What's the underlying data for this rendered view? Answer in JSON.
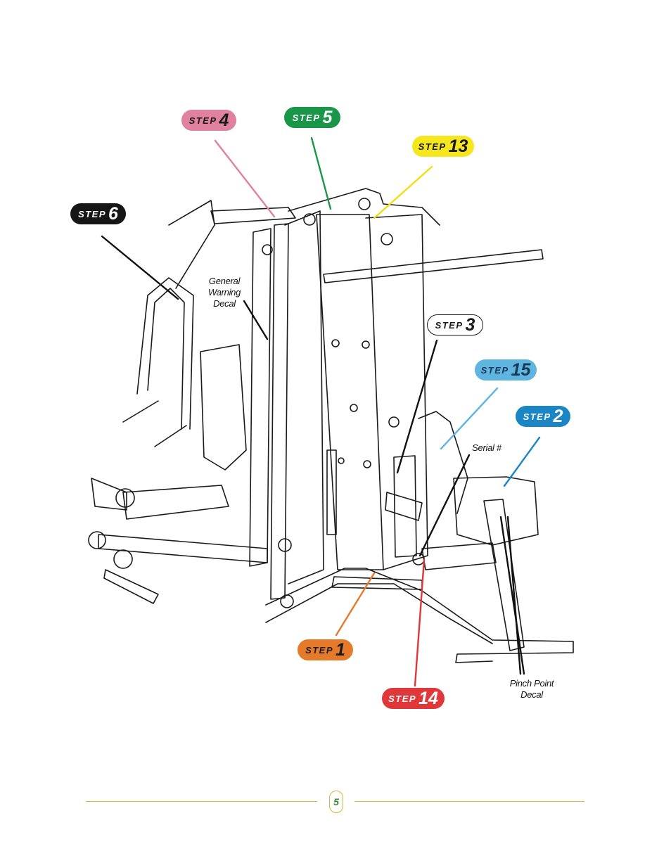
{
  "steps": [
    {
      "word": "STEP",
      "num": "4",
      "color": "#e0819f"
    },
    {
      "word": "STEP",
      "num": "5",
      "color": "#1a9648"
    },
    {
      "word": "STEP",
      "num": "13",
      "color": "#f5e61e"
    },
    {
      "word": "STEP",
      "num": "6",
      "color": "#161616"
    },
    {
      "word": "STEP",
      "num": "3",
      "color": "#ffffff"
    },
    {
      "word": "STEP",
      "num": "15",
      "color": "#5fb4e0"
    },
    {
      "word": "STEP",
      "num": "2",
      "color": "#1a86c6"
    },
    {
      "word": "STEP",
      "num": "1",
      "color": "#e57a2a"
    },
    {
      "word": "STEP",
      "num": "14",
      "color": "#e0373a"
    }
  ],
  "labels": {
    "general_warning": [
      "General",
      "Warning",
      "Decal"
    ],
    "serial": "Serial #",
    "pinch_point": [
      "Pinch Point",
      "Decal"
    ]
  },
  "page_number": "5",
  "colors": {
    "rule": "#c9bc3a",
    "page_number": "#3a8a3a",
    "line_art": "#1a1a1a"
  }
}
